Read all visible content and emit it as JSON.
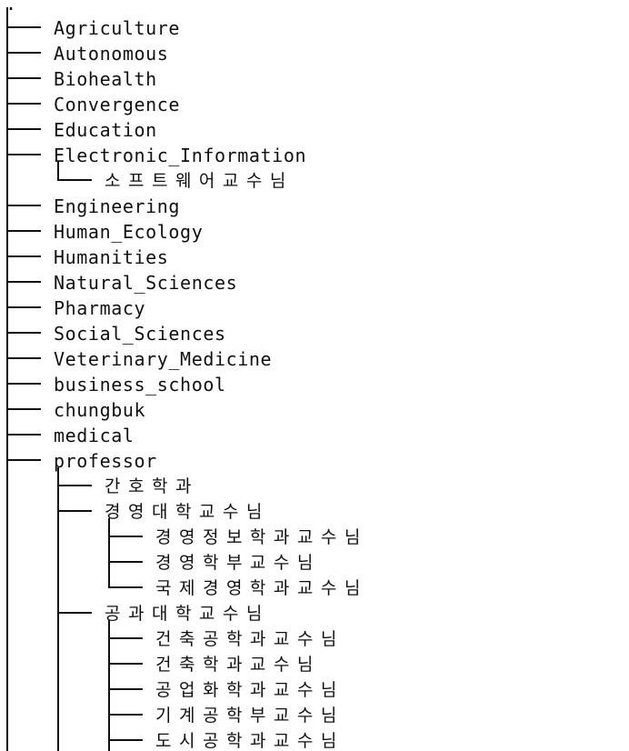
{
  "tree": {
    "root": ".",
    "items": [
      {
        "label": "Agriculture",
        "depth": 0
      },
      {
        "label": "Autonomous",
        "depth": 0
      },
      {
        "label": "Biohealth",
        "depth": 0
      },
      {
        "label": "Convergence",
        "depth": 0
      },
      {
        "label": "Education",
        "depth": 0
      },
      {
        "label": "Electronic_Information",
        "depth": 0
      },
      {
        "label": "소프트웨어교수님",
        "depth": 1,
        "last": true
      },
      {
        "label": "Engineering",
        "depth": 0
      },
      {
        "label": "Human_Ecology",
        "depth": 0
      },
      {
        "label": "Humanities",
        "depth": 0
      },
      {
        "label": "Natural_Sciences",
        "depth": 0
      },
      {
        "label": "Pharmacy",
        "depth": 0
      },
      {
        "label": "Social_Sciences",
        "depth": 0
      },
      {
        "label": "Veterinary_Medicine",
        "depth": 0
      },
      {
        "label": "business_school",
        "depth": 0
      },
      {
        "label": "chungbuk",
        "depth": 0
      },
      {
        "label": "medical",
        "depth": 0
      },
      {
        "label": "professor",
        "depth": 0
      },
      {
        "label": "간호학과",
        "depth": 1
      },
      {
        "label": "경영대학교수님",
        "depth": 1
      },
      {
        "label": "경영정보학과교수님",
        "depth": 2
      },
      {
        "label": "경영학부교수님",
        "depth": 2
      },
      {
        "label": "국제경영학과교수님",
        "depth": 2,
        "last": true
      },
      {
        "label": "공과대학교수님",
        "depth": 1
      },
      {
        "label": "건축공학과교수님",
        "depth": 2
      },
      {
        "label": "건축학과교수님",
        "depth": 2
      },
      {
        "label": "공업화학과교수님",
        "depth": 2
      },
      {
        "label": "기계공학부교수님",
        "depth": 2
      },
      {
        "label": "도시공학과교수님",
        "depth": 2
      }
    ]
  }
}
